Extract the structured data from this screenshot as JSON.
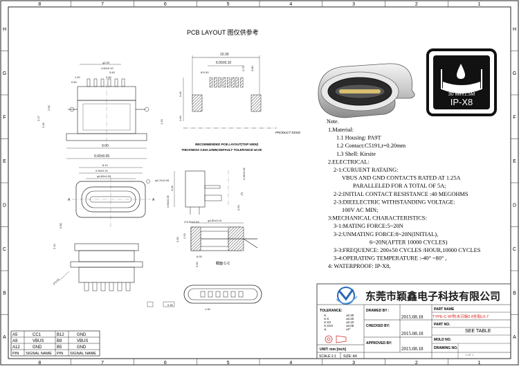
{
  "border": {
    "columns": [
      "8",
      "7",
      "6",
      "5",
      "4",
      "3",
      "2",
      "1"
    ],
    "rows": [
      "H",
      "G",
      "F",
      "E",
      "D",
      "C",
      "B",
      "A"
    ]
  },
  "pcb": {
    "title": "PCB LAYOUT 图仅供参考",
    "note1": "RECOMMENDED PCB LAYOUT(TOP VIEW)",
    "note2": "THICKNESS 0.8±0.10MM;DEFAULT TOLERANCE:±0.05",
    "product_edge": "PRODUCT EDGE",
    "dims": [
      "10.30",
      "6.00±0.10",
      "1.20",
      "8*0.50",
      "0.70",
      "0.80",
      "2.40",
      "1.60",
      "3.49"
    ]
  },
  "front": {
    "dims": [
      "φ2.00",
      "1.20",
      "0.60",
      "1.00",
      "3.60",
      "4.60±0.10",
      "2.60",
      "2.18",
      "3.17",
      "1.20",
      "9.00",
      "9.00±0.05",
      "9.96",
      "8.00"
    ]
  },
  "bottom_view": {
    "dims": [
      "8.10",
      "9.30±0.10",
      "φ4.89±0.05",
      "A",
      "A",
      "φ0.70±0.05",
      "3.90±0.05",
      "0.80",
      "2.10",
      "8.00"
    ]
  },
  "side_view": {
    "dims": [
      "4.18",
      "2*0.50±0.05",
      "0.50",
      "C"
    ]
  },
  "section": {
    "label": "截面 C-C",
    "dims": [
      "φ4.50±0.10",
      "2.20",
      "2.50",
      "8.00",
      "1.60",
      "0.80",
      "0.50"
    ]
  },
  "pin_table": {
    "rows": [
      [
        "A5",
        "CC1",
        "B12",
        "GND"
      ],
      [
        "A9",
        "VBUS",
        "B9",
        "VBUS"
      ],
      [
        "A12",
        "GND",
        "B5",
        "GND"
      ]
    ],
    "header": [
      "PIN",
      "SIGNAL NAME",
      "PIN",
      "SIGNAL NAME"
    ]
  },
  "misc_labels": {
    "dim_038": "0.38",
    "dim_195": "1.95"
  },
  "ip_badge": {
    "spec": "30 Min/1.5M",
    "rating": "IP-X8"
  },
  "notes": {
    "title": "Note.",
    "lines": [
      "1.Material:",
      "1.1 Housing: PA9T",
      "1.2 Contact:C5191,t=0.20mm",
      "1.3 Shell: Kirsite",
      "2.ELECTRICAL:",
      "2-1:CURUENT RATAING:",
      "VBUS AND GND CONTACTS RATED AT 1.25A",
      "PARALLELED FOR A TOTAL OF 5A;",
      "2-2:INITIAL CONTACT RESISTANCE :40 MEGOHMS",
      "2-3:DIEELECTRIC WITHSTANDING VOLTAGE:",
      "100V AC MIN;",
      "3:MECHANICAL CHARACTERISTICS:",
      "3-1:MATING FORCE:5~20N",
      "3-2:UNMATING FORCE:8~20N(INITIAL),",
      "6~20N(AFTER 10000 CYCLES)",
      "3-3:FREQUENCE: 200±50 CYCLES /HOUR,10000 CYCLES",
      "3-4:OPERATING TEMPERATURE :-40° ~80° ,",
      "4: WATERPROOF: IP-X8,"
    ]
  },
  "title_block": {
    "company": "东莞市颖鑫电子科技有限公司",
    "tolerance_label": "TOLERANCE:",
    "tolerances": [
      {
        "label": "X.",
        "value": "±0.30"
      },
      {
        "label": "X.X",
        "value": "±0.20"
      },
      {
        "label": "X.XX",
        "value": "±0.10"
      },
      {
        "label": "X.XXX",
        "value": "±0.05"
      },
      {
        "label": "∠",
        "value": "±2°"
      }
    ],
    "unit": "UNIT: mm [inch]",
    "scale": "SCALE:1:1",
    "sheet_size_label": "SIZE: A4",
    "drawn_by": "DRAWED BY :",
    "checked_by": "CHECKED BY:",
    "approved_by": "APPROVED BY:",
    "date1": "2015.08.18",
    "date2": "2015.08.18",
    "date3": "2015.08.18",
    "part_name_label": "PART NAME",
    "part_name": "TYPE-C 6P防水沉板0.8全贴L6.7",
    "part_no_label": "PART NO.",
    "part_no": "SEE TABLE",
    "mold_no_label": "MOLD NO.",
    "drawing_no_label": "DRAWING NO.",
    "sheet": "1 OF 1"
  }
}
